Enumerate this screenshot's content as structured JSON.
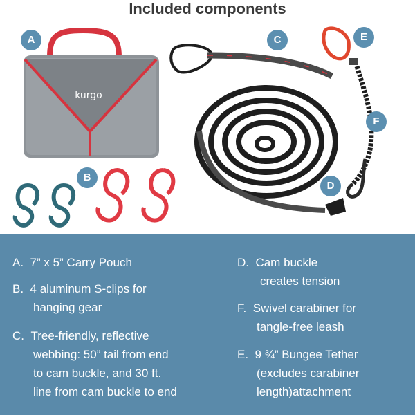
{
  "title": "Included components",
  "brand_logo_text": "kurgo",
  "badges": {
    "a": "A",
    "b": "B",
    "c": "C",
    "d": "D",
    "e": "E",
    "f": "F"
  },
  "colors": {
    "badge": "#5b8fb0",
    "panel": "#5a8aaa",
    "pouch_gray": "#8e9398",
    "accent_red": "#d6343f",
    "teal_clip": "#2f6a78",
    "webbing_black": "#1e1e1e"
  },
  "items": {
    "a": {
      "label": "A.",
      "lines": [
        "7” x 5” Carry Pouch"
      ]
    },
    "b": {
      "label": "B.",
      "lines": [
        "4 aluminum S-clips for",
        "hanging gear"
      ]
    },
    "c": {
      "label": "C.",
      "lines": [
        "Tree-friendly, reflective",
        "webbing: 50” tail from end",
        "to cam buckle, and 30 ft.",
        "line from cam buckle to end"
      ]
    },
    "d": {
      "label": "D.",
      "lines": [
        "Cam buckle",
        "creates tension"
      ]
    },
    "f": {
      "label": "F.",
      "lines": [
        "Swivel carabiner for",
        "tangle-free leash"
      ]
    },
    "e": {
      "label": "E.",
      "lines": [
        "9 ¾” Bungee Tether",
        "(excludes carabiner",
        "length)attachment"
      ]
    }
  }
}
